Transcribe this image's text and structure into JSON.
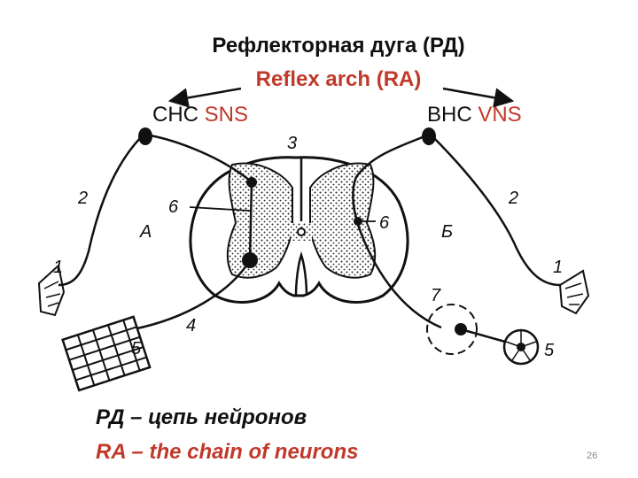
{
  "title": {
    "ru": "Рефлекторная дуга (РД)",
    "en": "Reflex arch (RA)"
  },
  "systems": {
    "left_ru": "СНС",
    "left_en": "SNS",
    "right_ru": "ВНС",
    "right_en": "VNS"
  },
  "labels": {
    "receptor_left": "1",
    "receptor_right": "1",
    "afferent_left": "2",
    "afferent_right": "2",
    "spinal_cord": "3",
    "efferent": "4",
    "effector_left": "5",
    "effector_right": "5",
    "interneuron_left": "6",
    "interneuron_right": "6",
    "ganglion": "7",
    "side_left": "А",
    "side_right": "Б"
  },
  "footer": {
    "ru": "РД – цепь нейронов",
    "en": "RA – the chain of neurons"
  },
  "page_number": "26",
  "colors": {
    "accent": "#c0392b",
    "text": "#111111"
  }
}
